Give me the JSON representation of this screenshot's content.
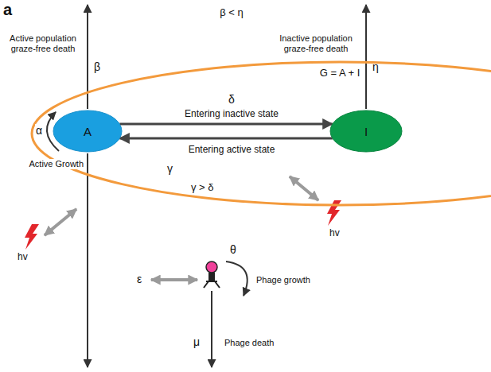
{
  "diagram": {
    "nodes": [
      {
        "text": [
          "G = A + I"
        ]
      },
      {
        "text": [
          "A"
        ],
        "in": 0
      },
      {
        "text": [
          "I"
        ],
        "in": 0
      }
    ],
    "edges": [
      {
        "from": 1,
        "to": 2,
        "arrow": "to",
        "label": "Entering inactive state"
      },
      {
        "from": 2,
        "to": 1,
        "arrow": "to",
        "label": "Entering active state"
      }
    ],
    "labels": [
      "a",
      "β < η",
      "Active population graze-free death",
      "β",
      "Inactive population graze-free death",
      "η",
      "δ",
      "α",
      "Active Growth",
      "γ",
      "γ > δ",
      "hv",
      "hv",
      "ε",
      "Phage growth",
      "θ",
      "μ",
      "Phage death"
    ]
  }
}
